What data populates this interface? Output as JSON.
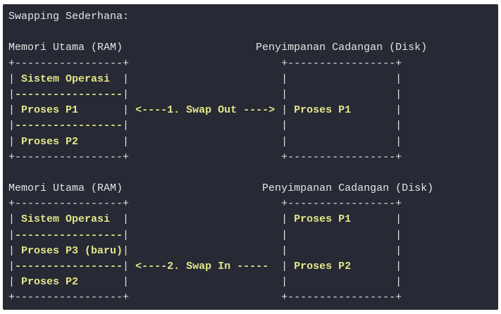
{
  "colors": {
    "background": "#272934",
    "text": "#e4e4e4",
    "highlight": "#e3e68a"
  },
  "lines": [
    [
      {
        "t": "Swapping Sederhana:",
        "c": "w"
      }
    ],
    [],
    [
      {
        "t": "Memori Utama (RAM)                     Penyimpanan Cadangan (Disk)",
        "c": "w"
      }
    ],
    [
      {
        "t": "+-----------------+                        +-----------------+",
        "c": "w"
      }
    ],
    [
      {
        "t": "|",
        "c": "w"
      },
      {
        "t": " Sistem Operasi  ",
        "c": "y"
      },
      {
        "t": "|                        |                 |",
        "c": "w"
      }
    ],
    [
      {
        "t": "|",
        "c": "w"
      },
      {
        "t": "-----------------",
        "c": "y"
      },
      {
        "t": "|                        |                 |",
        "c": "w"
      }
    ],
    [
      {
        "t": "|",
        "c": "w"
      },
      {
        "t": " Proses P1       ",
        "c": "y"
      },
      {
        "t": "| ",
        "c": "w"
      },
      {
        "t": "<----1. Swap Out ---->",
        "c": "y"
      },
      {
        "t": " |",
        "c": "w"
      },
      {
        "t": " Proses P1       ",
        "c": "y"
      },
      {
        "t": "|",
        "c": "w"
      }
    ],
    [
      {
        "t": "|",
        "c": "w"
      },
      {
        "t": "-----------------",
        "c": "y"
      },
      {
        "t": "|                        |                 |",
        "c": "w"
      }
    ],
    [
      {
        "t": "|",
        "c": "w"
      },
      {
        "t": " Proses P2       ",
        "c": "y"
      },
      {
        "t": "|                        |                 |",
        "c": "w"
      }
    ],
    [
      {
        "t": "+-----------------+                        +-----------------+",
        "c": "w"
      }
    ],
    [],
    [
      {
        "t": "Memori Utama (RAM)                      Penyimpanan Cadangan (Disk)",
        "c": "w"
      }
    ],
    [
      {
        "t": "+-----------------+                        +-----------------+",
        "c": "w"
      }
    ],
    [
      {
        "t": "|",
        "c": "w"
      },
      {
        "t": " Sistem Operasi  ",
        "c": "y"
      },
      {
        "t": "|                        |",
        "c": "w"
      },
      {
        "t": " Proses P1       ",
        "c": "y"
      },
      {
        "t": "|",
        "c": "w"
      }
    ],
    [
      {
        "t": "|",
        "c": "w"
      },
      {
        "t": "-----------------",
        "c": "y"
      },
      {
        "t": "|                        |                 |",
        "c": "w"
      }
    ],
    [
      {
        "t": "|",
        "c": "w"
      },
      {
        "t": " Proses P3 (baru)",
        "c": "y"
      },
      {
        "t": "|                        |                 |",
        "c": "w"
      }
    ],
    [
      {
        "t": "|",
        "c": "w"
      },
      {
        "t": "-----------------",
        "c": "y"
      },
      {
        "t": "| ",
        "c": "w"
      },
      {
        "t": "<----2. Swap In -----",
        "c": "y"
      },
      {
        "t": "  |",
        "c": "w"
      },
      {
        "t": " Proses P2       ",
        "c": "y"
      },
      {
        "t": "|",
        "c": "w"
      }
    ],
    [
      {
        "t": "|",
        "c": "w"
      },
      {
        "t": " Proses P2       ",
        "c": "y"
      },
      {
        "t": "|                        |                 |",
        "c": "w"
      }
    ],
    [
      {
        "t": "+-----------------+                        +-----------------+",
        "c": "w"
      }
    ]
  ]
}
